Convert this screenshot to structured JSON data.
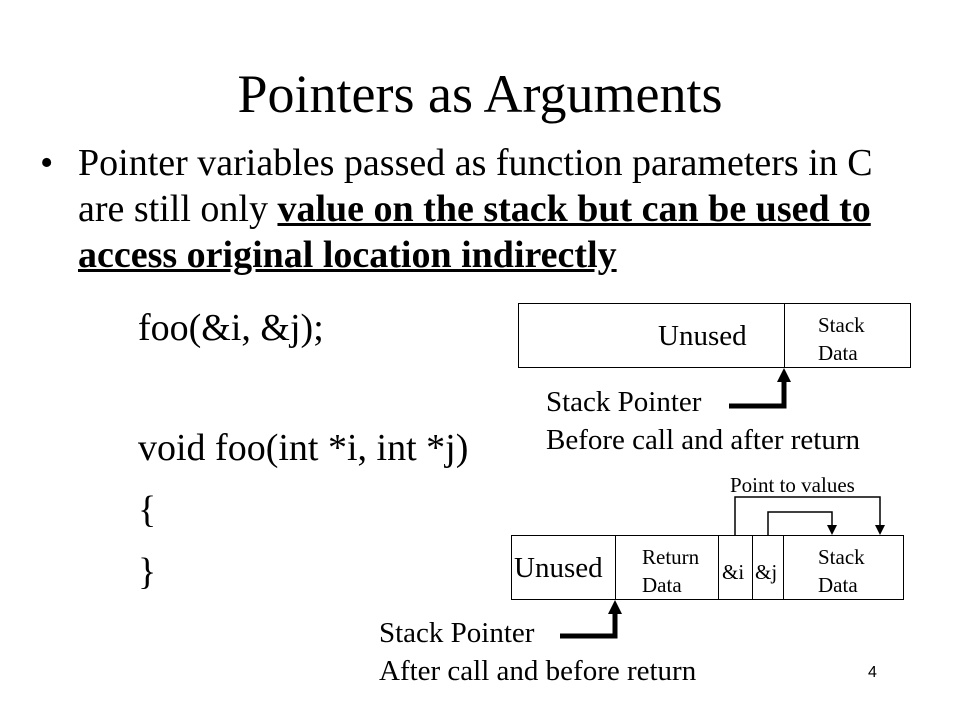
{
  "slide": {
    "title": "Pointers as Arguments",
    "bullet_symbol": "•",
    "bullet_plain": "Pointer variables passed as function parameters in C are still only ",
    "bullet_emphasis": "value on the stack but can be used to access original location indirectly",
    "page_number": "4"
  },
  "code": {
    "call": "foo(&i, &j);",
    "signature": "void foo(int *i, int *j)",
    "open_brace": "{",
    "close_brace": "}"
  },
  "diagram_top": {
    "unused_label": "Unused",
    "stack_data_line1": "Stack",
    "stack_data_line2": "Data",
    "pointer_line1": "Stack Pointer",
    "pointer_line2": "Before call and after return"
  },
  "diagram_bottom": {
    "point_to_values": "Point to values",
    "unused_label": "Unused",
    "return_line1": "Return",
    "return_line2": "Data",
    "amp_i": "&i",
    "amp_j": "&j",
    "stack_data_line1": "Stack",
    "stack_data_line2": "Data",
    "pointer_line1": "Stack Pointer",
    "pointer_line2": "After call and before return"
  }
}
